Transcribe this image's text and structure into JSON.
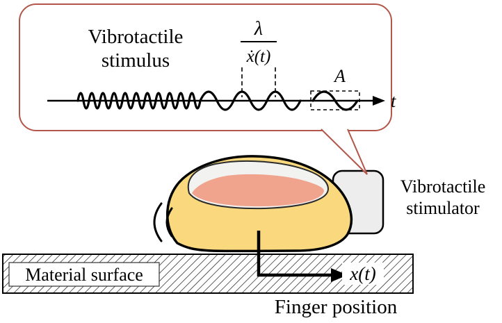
{
  "callout": {
    "title_line1": "Vibrotactile",
    "title_line2": "stimulus",
    "fraction_numerator": "λ",
    "fraction_denominator": "ẋ(t)",
    "amplitude_label": "A",
    "time_axis_label": "t"
  },
  "scene": {
    "stimulator_label_line1": "Vibrotactile",
    "stimulator_label_line2": "stimulator",
    "surface_label": "Material surface",
    "position_label": "x(t)",
    "caption": "Finger position"
  },
  "colors": {
    "callout_border": "#b2564a",
    "finger_fill": "#f9d87e",
    "nail_fill": "#f2f2f0",
    "nailbed_fill": "#f0a48e",
    "stimulator_fill": "#ededed",
    "outline": "#000000"
  }
}
